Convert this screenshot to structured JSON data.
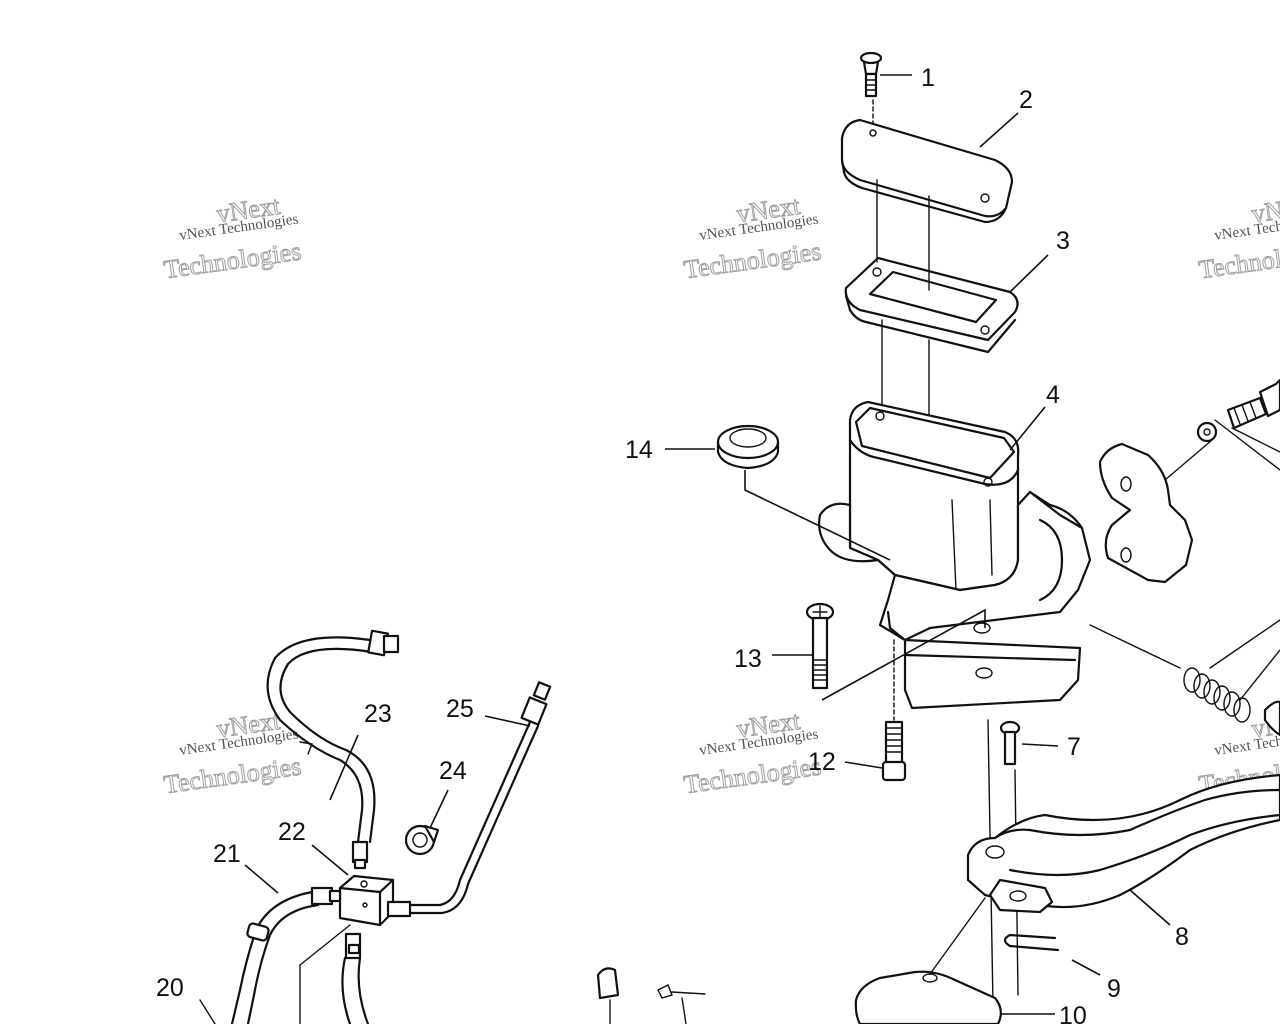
{
  "watermark": {
    "line_top": "vNext",
    "line_mid": "vNext Technologies",
    "line_big": "Technologies"
  },
  "callouts": [
    "1",
    "2",
    "3",
    "4",
    "7",
    "8",
    "9",
    "10",
    "12",
    "13",
    "14",
    "20",
    "21",
    "22",
    "23",
    "24",
    "25"
  ]
}
